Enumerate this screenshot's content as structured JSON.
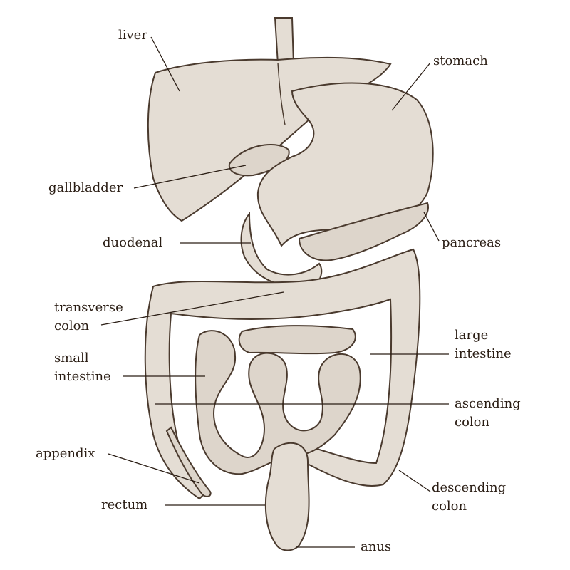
{
  "labels": {
    "liver": "liver",
    "stomach": "stomach",
    "gallbladder": "gallbladder",
    "duodenal": "duodenal",
    "pancreas": "pancreas",
    "transverse_colon_1": "transverse",
    "transverse_colon_2": "colon",
    "large_intestine_1": "large",
    "large_intestine_2": "intestine",
    "small_intestine_1": "small",
    "small_intestine_2": "intestine",
    "ascending_colon_1": "ascending",
    "ascending_colon_2": "colon",
    "appendix": "appendix",
    "descending_colon_1": "descending",
    "descending_colon_2": "colon",
    "rectum": "rectum",
    "anus": "anus"
  },
  "colors": {
    "organ_fill": "#e4ddd4",
    "outline": "#4a3a2e",
    "text": "#2a1d14"
  }
}
